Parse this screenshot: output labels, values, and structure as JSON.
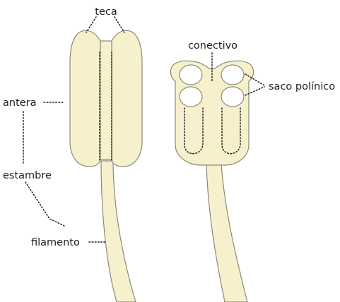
{
  "diagram": {
    "colors": {
      "tissue_fill": "#f6f1cc",
      "outline": "#8c8a74",
      "leader_lines": "#222222",
      "text": "#1e1e1e"
    },
    "labels": {
      "teca": "teca",
      "antera": "antera",
      "estambre": "estambre",
      "filamento": "filamento",
      "conectivo": "conectivo",
      "saco_polinico": "saco polínico"
    }
  }
}
